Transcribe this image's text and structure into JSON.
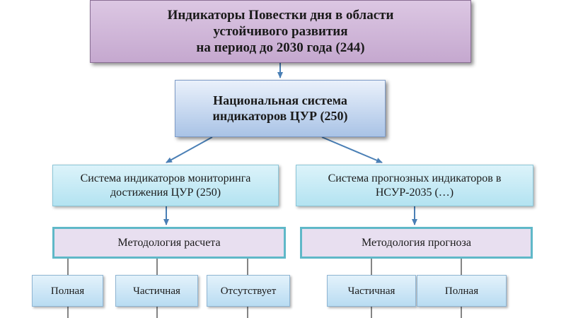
{
  "top": {
    "line1": "Индикаторы Повестки дня в области",
    "line2": "устойчивого развития",
    "line3": "на период до 2030 года (244)"
  },
  "national": {
    "line1": "Национальная система",
    "line2": "индикаторов ЦУР (250)"
  },
  "monitoring": {
    "line1": "Система индикаторов мониторинга",
    "line2": "достижения ЦУР (250)"
  },
  "forecast": {
    "line1": "Система прогнозных индикаторов в",
    "line2": "НСУР-2035 (…)"
  },
  "method_calc": "Методология расчета",
  "method_forecast": "Методология прогноза",
  "leaves_left": [
    "Полная",
    "Частичная",
    "Отсутствует"
  ],
  "leaves_right": [
    "Частичная",
    "Полная"
  ],
  "colors": {
    "top_fill": "#c5a8cf",
    "national_fill": "#a9c3e6",
    "system_fill": "#b3e3f1",
    "method_border": "#5fb8c8",
    "connector": "#4a7fb5"
  }
}
